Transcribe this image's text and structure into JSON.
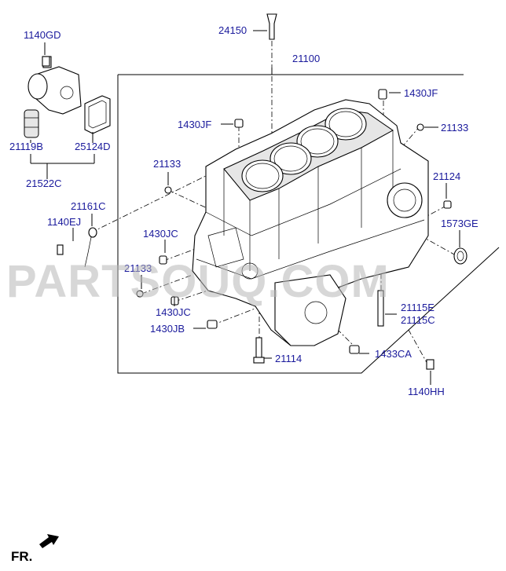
{
  "labels": {
    "l24150": "24150",
    "l21100": "21100",
    "l1140GD": "1140GD",
    "l1430JF_top": "1430JF",
    "l1430JF_left": "1430JF",
    "l21133_right": "21133",
    "l21133_left": "21133",
    "l21133_mid": "21133",
    "l21119B": "21119B",
    "l25124D": "25124D",
    "l21522C": "21522C",
    "l21124": "21124",
    "l21161C": "21161C",
    "l1140EJ": "1140EJ",
    "l1573GE": "1573GE",
    "l1430JC_a": "1430JC",
    "l1430JC_b": "1430JC",
    "l21115E": "21115E",
    "l21115C": "21115C",
    "l1430JB": "1430JB",
    "l21114": "21114",
    "l1433CA": "1433CA",
    "l1140HH": "1140HH"
  },
  "watermark": "PARTSOUQ.COM",
  "front_marker": "FR."
}
